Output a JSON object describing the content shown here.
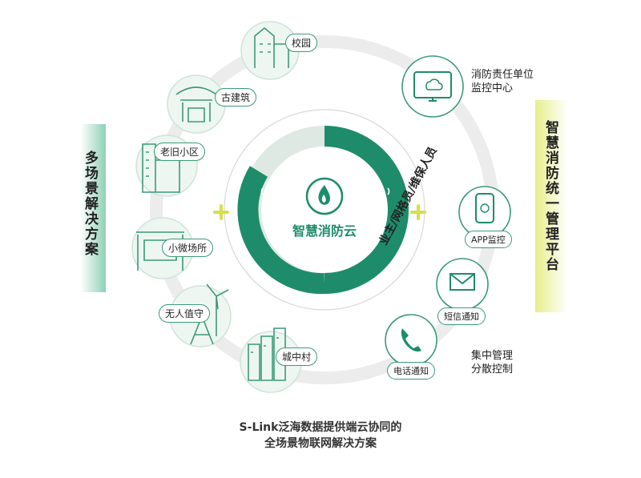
{
  "center": {
    "title": "智慧消防云"
  },
  "left_label": "多场景解决方案",
  "right_label": "智慧消防统一管理平台",
  "roles_label": "业主/网格员/维保人员",
  "scenes": [
    {
      "label": "校园",
      "icon": "school-building-icon"
    },
    {
      "label": "古建筑",
      "icon": "ancient-building-icon"
    },
    {
      "label": "老旧小区",
      "icon": "old-residential-icon"
    },
    {
      "label": "小微场所",
      "icon": "small-venue-icon"
    },
    {
      "label": "无人值守",
      "icon": "wind-turbine-icon"
    },
    {
      "label": "城中村",
      "icon": "urban-village-icon"
    }
  ],
  "channels": [
    {
      "label": "APP监控",
      "icon": "smartphone-icon"
    },
    {
      "label": "短信通知",
      "icon": "envelope-icon"
    },
    {
      "label": "电话通知",
      "icon": "phone-icon"
    }
  ],
  "monitor_center": {
    "line1": "消防责任单位",
    "line2": "监控中心",
    "icon": "monitor-cloud-icon"
  },
  "mode_text": {
    "line1": "集中管理",
    "line2": "分散控制"
  },
  "caption": {
    "line1": "S-Link泛海数据提供端云协同的",
    "line2": "全场景物联网解决方案"
  },
  "colors": {
    "green": "#1e8c6a",
    "light_green": "#cfe4d9",
    "yellow": "#d6e04a",
    "ring": "#eaeaea"
  }
}
